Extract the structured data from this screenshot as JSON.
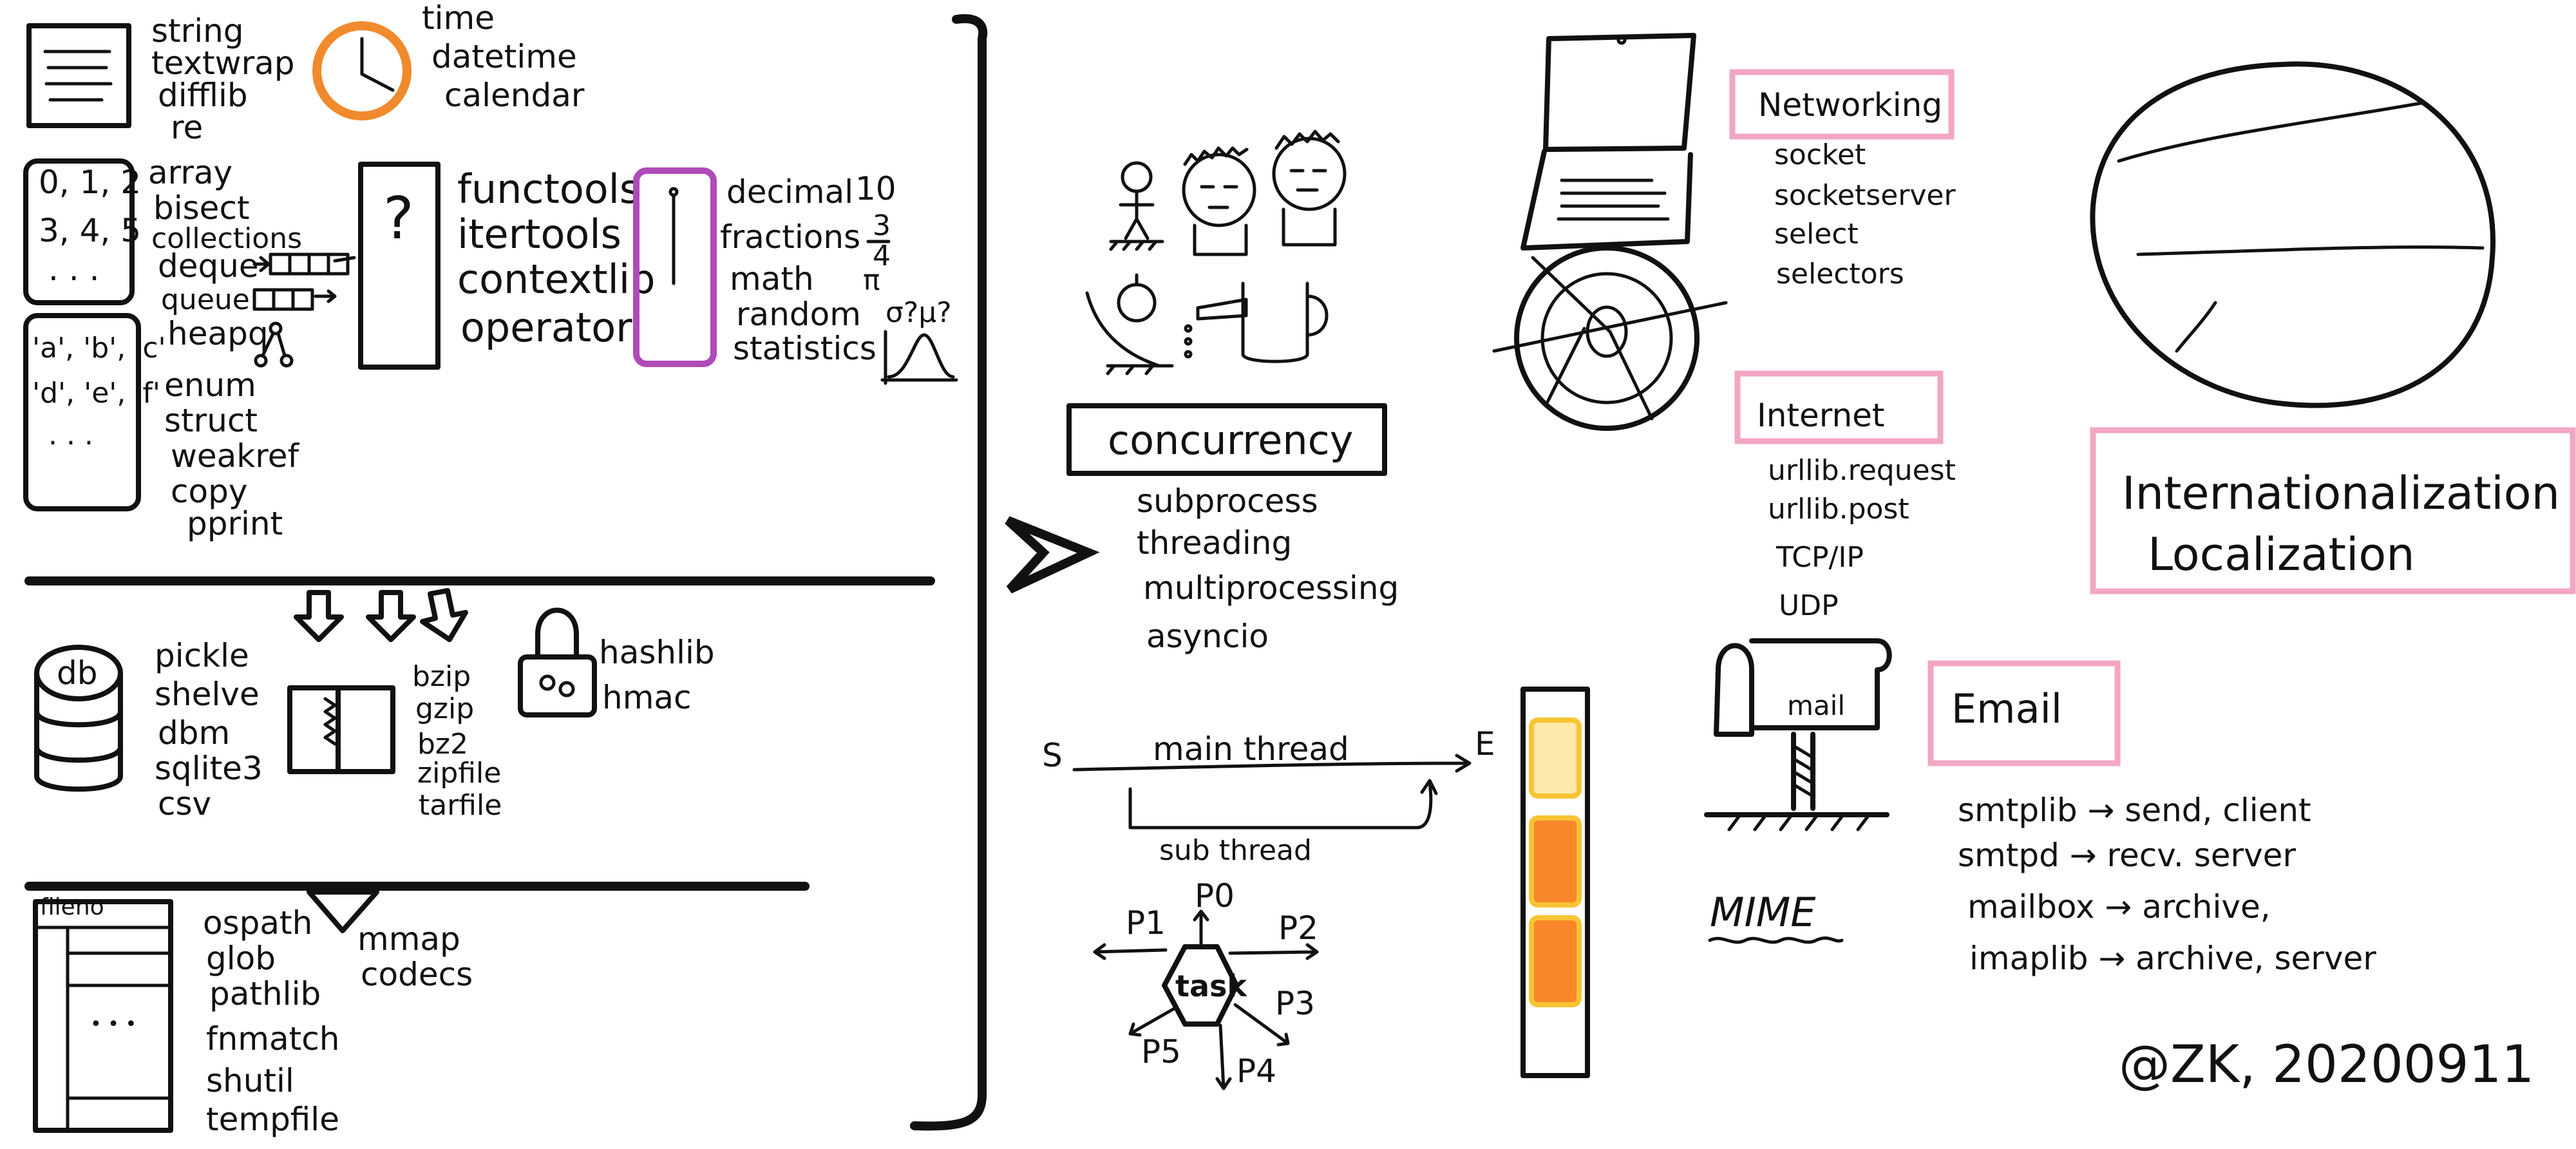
{
  "colors": {
    "ink": "#111111",
    "clock_ring": "#f08a2c",
    "math_box": "#b04ab8",
    "tag_box_border": "#f2a6c4",
    "bar_slot_light": "#fde9a9",
    "bar_slot_dark": "#f7872a",
    "bar_slot_border": "#f7c433"
  },
  "text_group": {
    "title": "string",
    "items": [
      "textwrap",
      "difflib",
      "re"
    ]
  },
  "time_group": {
    "title": "time",
    "items": [
      "datetime",
      "calendar"
    ]
  },
  "list_box": {
    "row1": "0, 1, 2",
    "row2": "3, 4, 5",
    "row3": ". . ."
  },
  "char_box": {
    "row1": "'a', 'b', 'c'",
    "row2": "'d', 'e', 'f'",
    "row3": ". . ."
  },
  "datatypes": {
    "items": [
      "array",
      "bisect",
      "collections",
      "deque",
      "queue",
      "heapq",
      "enum",
      "struct",
      "weakref",
      "copy",
      "pprint"
    ]
  },
  "question_box": {
    "label": "?"
  },
  "functional": {
    "items": [
      "functools",
      "itertools",
      "contextlib",
      "operator"
    ]
  },
  "numeric": {
    "items": [
      "decimal",
      "fractions",
      "math",
      "random",
      "statistics"
    ],
    "decimal_note": "10",
    "fraction_num": "3",
    "fraction_den": "4",
    "pi_symbol": "π",
    "stats_note": "σ?μ?"
  },
  "persistence": {
    "db_label": "db",
    "items": [
      "pickle",
      "shelve",
      "dbm",
      "sqlite3",
      "csv"
    ]
  },
  "compression": {
    "items": [
      "bzip",
      "gzip",
      "bz2",
      "zipfile",
      "tarfile"
    ]
  },
  "crypto": {
    "items": [
      "hashlib",
      "hmac"
    ]
  },
  "files": {
    "window_label": "fileno",
    "grid_dots": "• • •",
    "items": [
      "ospath",
      "glob",
      "pathlib",
      "fnmatch",
      "shutil",
      "tempfile"
    ]
  },
  "mmap_group": {
    "items": [
      "mmap",
      "codecs"
    ]
  },
  "concurrency": {
    "title": "concurrency",
    "items": [
      "subprocess",
      "threading",
      "multiprocessing",
      "asyncio"
    ]
  },
  "threads": {
    "start_label": "S",
    "end_label": "E",
    "main_label": "main thread",
    "sub_label": "sub thread"
  },
  "task_hex": {
    "label": "task",
    "arrows": [
      "P0",
      "P1",
      "P2",
      "P3",
      "P4",
      "P5"
    ]
  },
  "networking": {
    "title": "Networking",
    "items": [
      "socket",
      "socketserver",
      "select",
      "selectors"
    ]
  },
  "internet": {
    "title": "Internet",
    "items": [
      "urllib.request",
      "urllib.post",
      "TCP/IP",
      "UDP"
    ]
  },
  "email": {
    "mailbox_label": "mail",
    "mime_label": "MIME",
    "title": "Email",
    "lines": [
      "smtplib → send, client",
      "smtpd → recv. server",
      "mailbox → archive,",
      "imaplib → archive, server"
    ]
  },
  "i18n": {
    "line1": "Internationalization",
    "line2": "Localization"
  },
  "signature": "@ZK, 20200911"
}
